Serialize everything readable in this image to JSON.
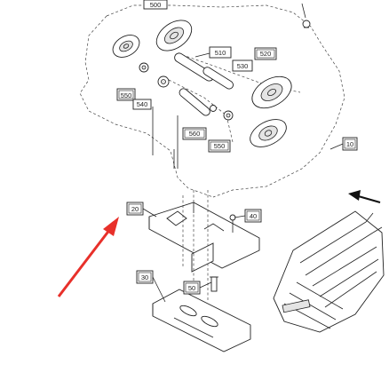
{
  "callouts": {
    "c500": "500",
    "c510": "510",
    "c520": "520",
    "c530": "530",
    "c540": "540",
    "c550a": "550",
    "c550b": "550",
    "c560": "560",
    "c10": "10",
    "c20": "20",
    "c30": "30",
    "c40": "40",
    "c50": "50"
  },
  "colors": {
    "arrow_red": "#e8302a",
    "arrow_black": "#111111",
    "line": "#222222",
    "background": "#ffffff"
  }
}
